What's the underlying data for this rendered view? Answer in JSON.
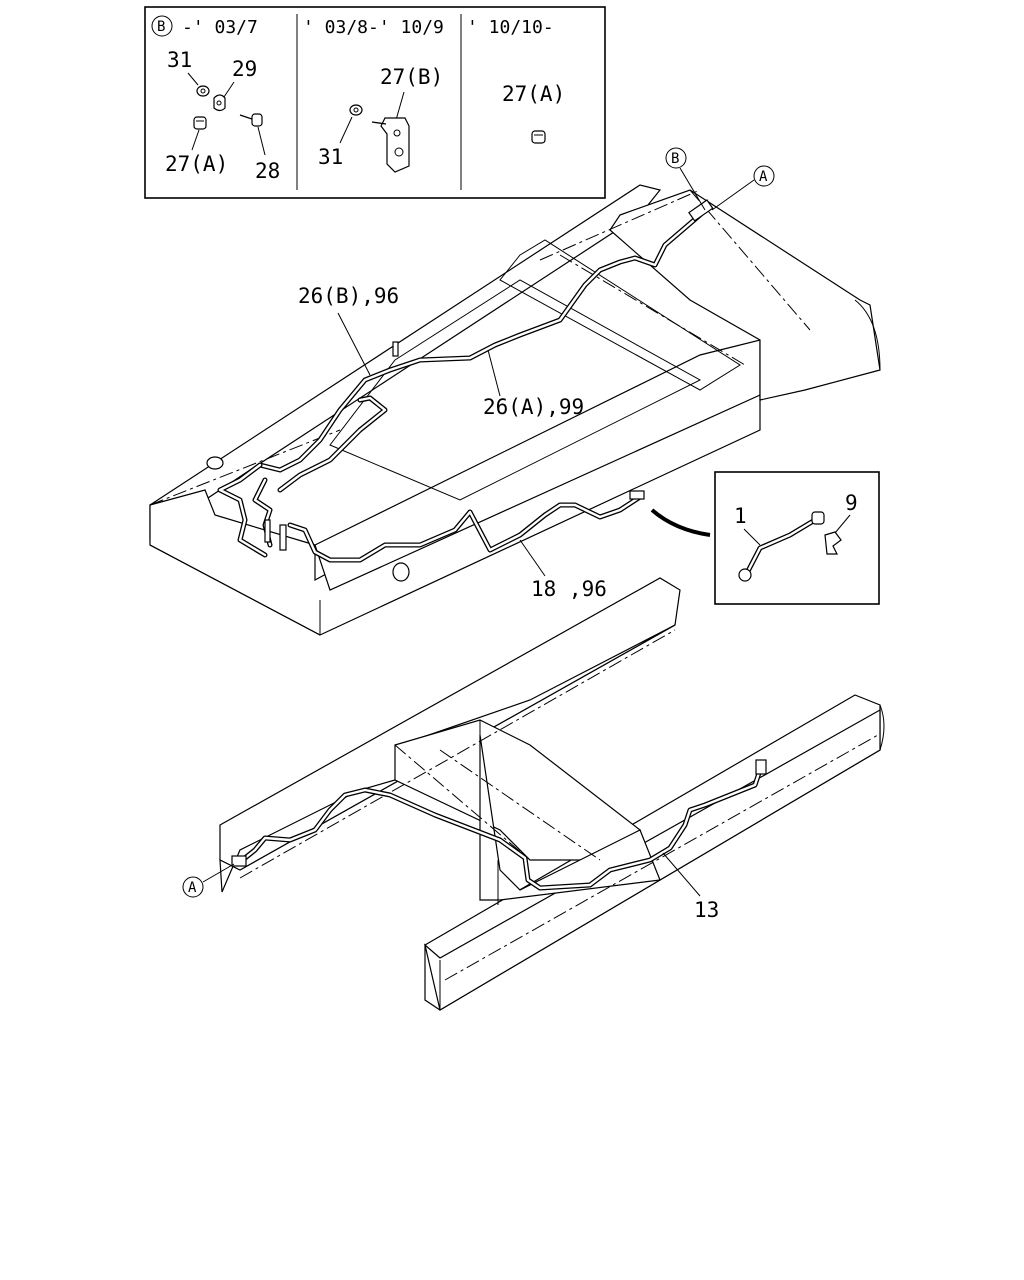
{
  "inset_top": {
    "col1_header": "-' 03/7",
    "col1_marker": "B",
    "col2_header": "' 03/8-' 10/9",
    "col3_header": "' 10/10-",
    "parts": {
      "p31a": "31",
      "p29": "29",
      "p27a_left": "27(A)",
      "p28": "28",
      "p27b": "27(B)",
      "p31b": "31",
      "p27a_right": "27(A)"
    }
  },
  "inset_right": {
    "p1": "1",
    "p9": "9"
  },
  "callouts": {
    "marker_b": "B",
    "marker_a_top": "A",
    "marker_a_bottom": "A",
    "c26b": "26(B),96",
    "c26a": "26(A),99",
    "c18": "18 ,96",
    "c13": "13"
  }
}
